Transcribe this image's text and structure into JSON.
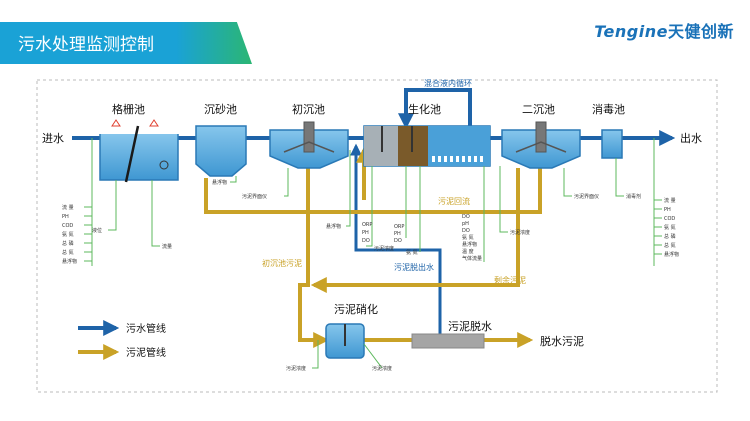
{
  "header": {
    "title": "污水处理监测控制"
  },
  "brand": {
    "name_en": "Tengine",
    "name_cn": "天健创新"
  },
  "units": {
    "inlet": "进水",
    "outlet": "出水",
    "screen": "格栅池",
    "grit": "沉砂池",
    "primary": "初沉池",
    "bio": "生化池",
    "secondary": "二沉池",
    "disinfect": "消毒池",
    "digest": "污泥硝化",
    "dewater": "污泥脱水",
    "dewatered_sludge": "脱水污泥"
  },
  "flows": {
    "mixed_return": "混合液内循环",
    "sludge_return": "污泥回流",
    "primary_sludge": "初沉池污泥",
    "dewater_effluent": "污泥脱出水",
    "excess_sludge": "剩余污泥"
  },
  "sensors": {
    "inlet_list": [
      "流 量",
      "PH",
      "COD",
      "氨 氮",
      "总 磷",
      "总 氮",
      "悬浮物"
    ],
    "screen_level": "液位",
    "screen_flow": "流量",
    "grit_ss": "悬浮物",
    "primary_interface": "污泥界面仪",
    "bio_ss": "悬浮物",
    "bio_a": [
      "ORP",
      "PH",
      "DO"
    ],
    "bio_b": [
      "ORP",
      "PH",
      "DO",
      "氨 氮"
    ],
    "bio_conc": "污泥浓度",
    "bio_c": [
      "DO",
      "pH",
      "DO",
      "氨 氮",
      "悬浮物",
      "温 度",
      "气体流量"
    ],
    "bio_d": "污泥浓度",
    "secondary_interface": "污泥界面仪",
    "disinfect_chem": "消毒剂",
    "outlet_list": [
      "流 量",
      "PH",
      "COD",
      "氨 氮",
      "总 磷",
      "总 氮",
      "悬浮物"
    ],
    "digest_conc_a": "污泥浓度",
    "digest_conc_b": "污泥浓度"
  },
  "legend": {
    "water": "污水管线",
    "sludge": "污泥管线"
  },
  "colors": {
    "water_line": "#1e63a8",
    "sludge_line": "#c9a227",
    "tank_fill": "#5aaee0",
    "sensor_line": "#5cb85c"
  }
}
